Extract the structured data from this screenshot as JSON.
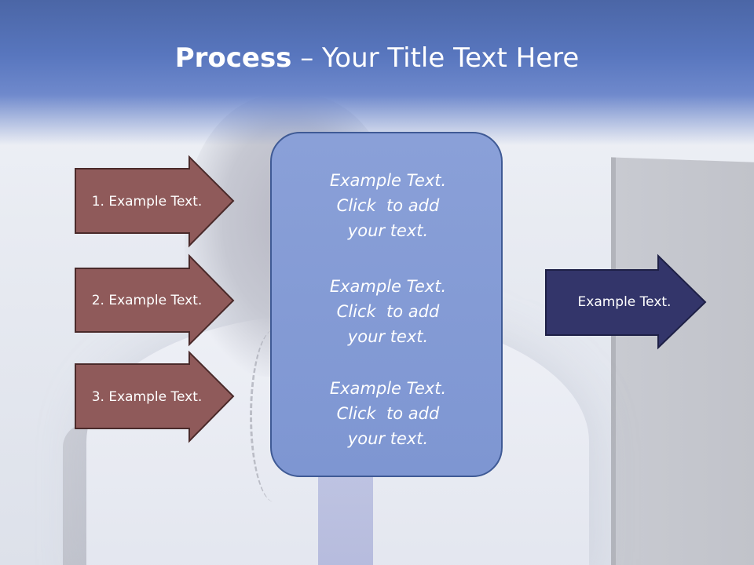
{
  "title": {
    "bold": "Process",
    "rest": " – Your Title Text Here"
  },
  "steps": [
    {
      "label": "1. Example Text."
    },
    {
      "label": "2. Example Text."
    },
    {
      "label": "3. Example Text."
    }
  ],
  "center_items": [
    {
      "text": "Example Text.\nClick  to add\nyour text."
    },
    {
      "text": "Example Text.\nClick  to add\nyour text."
    },
    {
      "text": "Example Text.\nClick  to add\nyour text."
    }
  ],
  "result": {
    "label": "Example Text."
  },
  "colors": {
    "title_bar": "#5876be",
    "step_arrow_fill": "#8f5a5a",
    "step_arrow_border": "#4a2a2a",
    "center_fill": "#8199d4",
    "result_arrow_fill": "#33356a"
  }
}
